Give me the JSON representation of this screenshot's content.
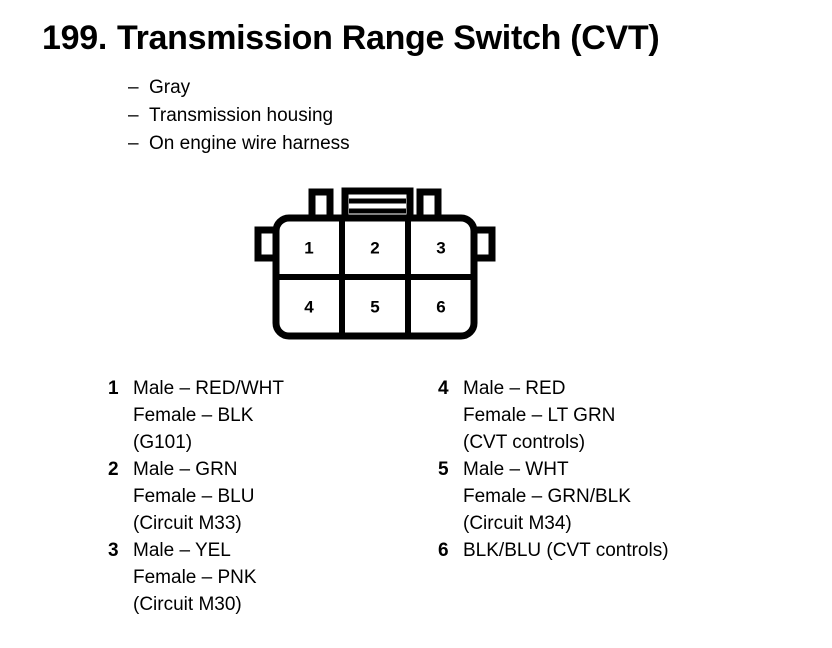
{
  "title": {
    "number": "199.",
    "text": "Transmission Range Switch (CVT)"
  },
  "attributes": {
    "dash": "–",
    "items": [
      "Gray",
      "Transmission housing",
      "On engine wire harness"
    ]
  },
  "connector": {
    "name": "6-pin connector",
    "rows": 2,
    "columns": 3,
    "pins": [
      "1",
      "2",
      "3",
      "4",
      "5",
      "6"
    ]
  },
  "pin_legend": {
    "left_column": [
      {
        "pin": "1",
        "lines": [
          "Male – RED/WHT",
          "Female – BLK",
          "(G101)"
        ]
      },
      {
        "pin": "2",
        "lines": [
          "Male – GRN",
          "Female – BLU",
          "(Circuit M33)"
        ]
      },
      {
        "pin": "3",
        "lines": [
          "Male – YEL",
          "Female – PNK",
          "(Circuit M30)"
        ]
      }
    ],
    "right_column": [
      {
        "pin": "4",
        "lines": [
          "Male – RED",
          "Female – LT GRN",
          "(CVT controls)"
        ]
      },
      {
        "pin": "5",
        "lines": [
          "Male – WHT",
          "Female – GRN/BLK",
          "(Circuit M34)"
        ]
      },
      {
        "pin": "6",
        "lines": [
          "BLK/BLU (CVT controls)"
        ]
      }
    ]
  },
  "colors": {
    "ink": "#000000",
    "background": "#ffffff"
  }
}
